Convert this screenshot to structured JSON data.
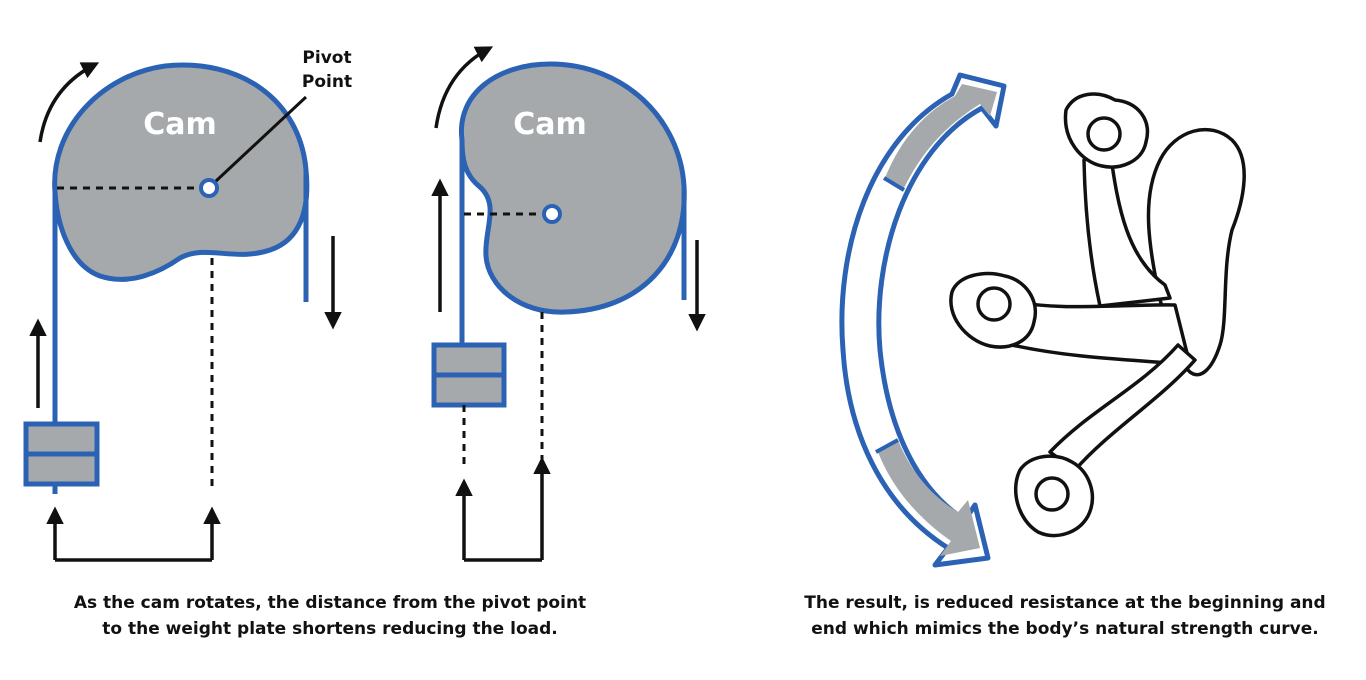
{
  "colors": {
    "blue": "#2b62b3",
    "gray": "#a6a9ab",
    "black": "#111111"
  },
  "diagrams": {
    "cam_left": {
      "label": "Cam"
    },
    "cam_middle": {
      "label": "Cam"
    },
    "pivot_label": {
      "line1": "Pivot",
      "line2": "Point"
    }
  },
  "captions": {
    "left": {
      "line1": "As the cam rotates, the distance from the pivot point",
      "line2": "to the weight plate shortens reducing the load."
    },
    "right": {
      "line1": "The result, is reduced resistance at the beginning and",
      "line2": "end which mimics the body’s natural strength curve."
    }
  }
}
